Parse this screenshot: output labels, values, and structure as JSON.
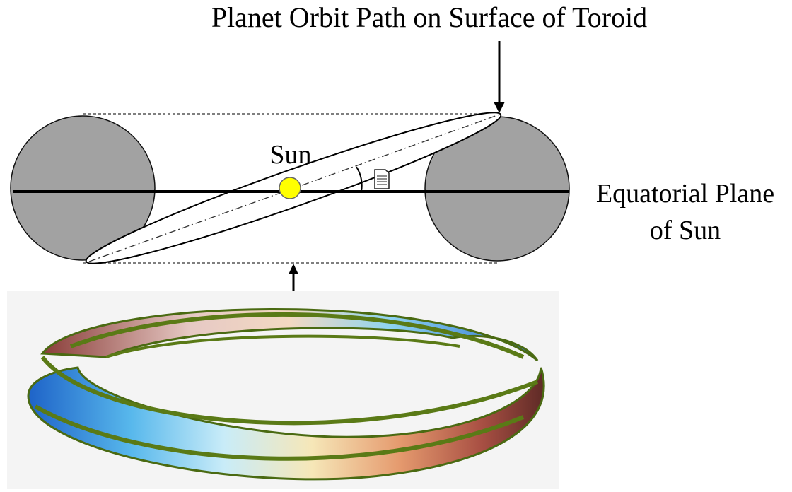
{
  "title": "Planet Orbit Path on Surface of Toroid",
  "labels": {
    "sun": "Sun",
    "plane_line1": "Equatorial Plane",
    "plane_line2": "of Sun"
  },
  "colors": {
    "circle_fill": "#a2a2a2",
    "sun_fill": "#ffff00",
    "line": "#000000",
    "torus_rim": "#5a7a16",
    "panel_bg": "#f4f4f4"
  },
  "icons": [
    "document-icon",
    "down-arrow-icon",
    "up-arrow-icon"
  ]
}
